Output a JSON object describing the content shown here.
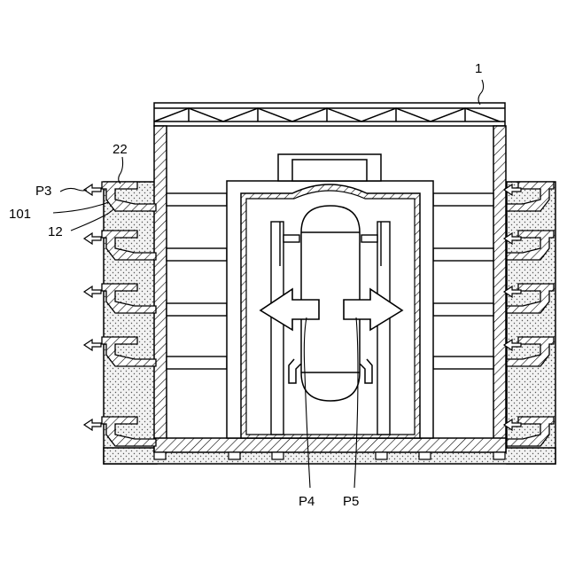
{
  "figure": {
    "labels": {
      "ref_1": "1",
      "ref_22": "22",
      "ref_p3": "P3",
      "ref_101": "101",
      "ref_12": "12",
      "ref_p4": "P4",
      "ref_p5": "P5"
    },
    "colors": {
      "line": "#000000",
      "background": "#ffffff",
      "soil": "#f0f0f0",
      "stipple": "#555555"
    }
  }
}
